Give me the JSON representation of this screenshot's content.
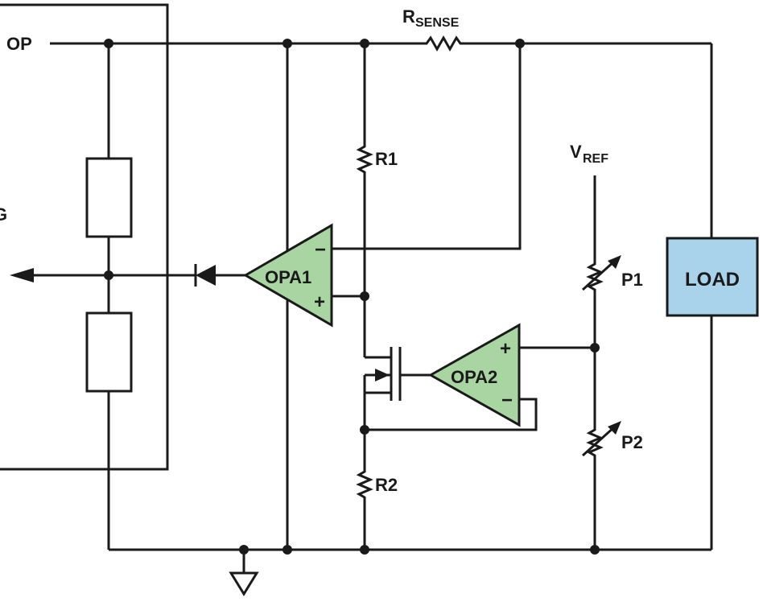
{
  "labels": {
    "op": "OP",
    "rsense_main": "R",
    "rsense_sub": "SENSE",
    "r1": "R1",
    "r2": "R2",
    "vref_main": "V",
    "vref_sub": "REF",
    "p1": "P1",
    "p2": "P2",
    "load": "LOAD",
    "opa1": "OPA1",
    "opa2": "OPA2",
    "partial_left": "G",
    "plus": "+",
    "minus": "−"
  },
  "colors": {
    "amplifier_fill": "#a8d5a2",
    "load_fill": "#a9d3ea",
    "wire": "#1a1a1a"
  }
}
